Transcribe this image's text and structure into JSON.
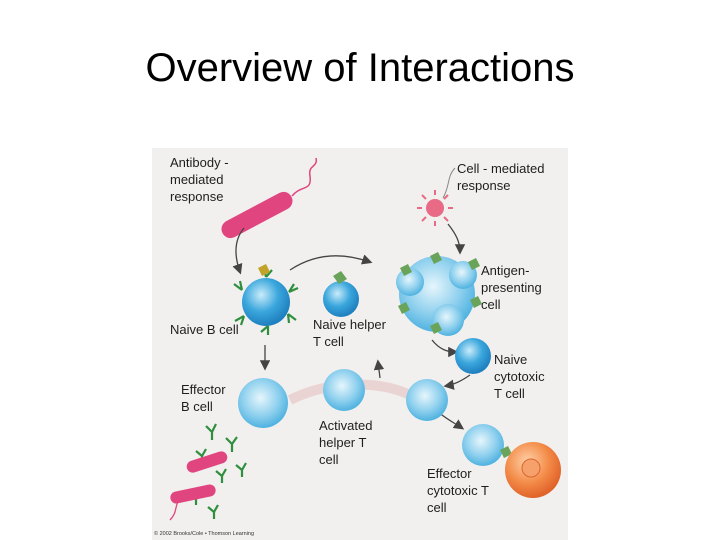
{
  "title": "Overview of Interactions",
  "labels": {
    "antibody": [
      "Antibody -",
      "mediated",
      "response"
    ],
    "cell_mediated": [
      "Cell - mediated",
      "response"
    ],
    "apc": [
      "Antigen-",
      "presenting",
      "cell"
    ],
    "naive_b": [
      "Naive B cell"
    ],
    "naive_helper": [
      "Naive helper",
      "T cell"
    ],
    "naive_cytotoxic": [
      "Naive",
      "cytotoxic",
      "T cell"
    ],
    "effector_b": [
      "Effector",
      "B cell"
    ],
    "activated_helper": [
      "Activated",
      "helper T",
      "cell"
    ],
    "effector_cytotoxic": [
      "Effector",
      "cytotoxic T",
      "cell"
    ]
  },
  "copyright": "© 2002 Brooks/Cole • Thomson Learning",
  "colors": {
    "cell_blue": "#3aa6dc",
    "cell_light": "#bfe6f6",
    "bacterium": "#e0457f",
    "antibody": "#2f8f3f",
    "infected_cell": "#f07a3a",
    "virus": "#e86a84",
    "arrow": "#444444"
  }
}
